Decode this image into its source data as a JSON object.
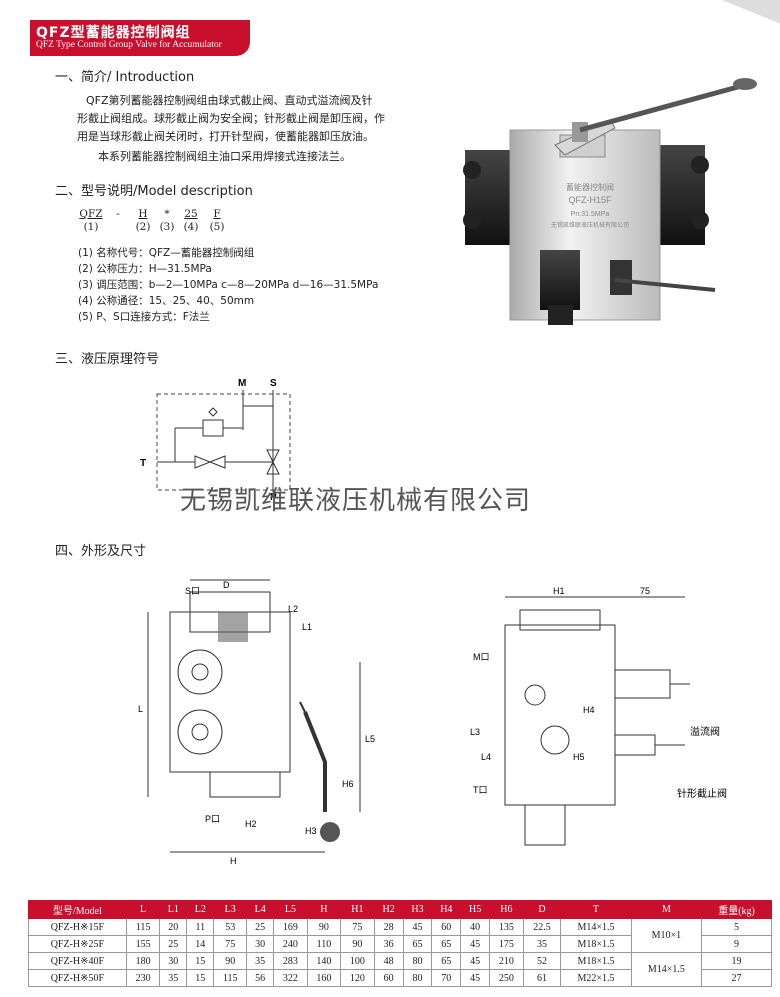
{
  "header": {
    "title_cn": "QFZ型蓄能器控制阀组",
    "title_en": "QFZ Type Control Group Valve for Accumulator"
  },
  "intro": {
    "heading": "一、简介/ Introduction",
    "p1a": "QFZ第列蓄能器控制阀组由球式截止阀、直动式溢流阀及针",
    "p1b": "形截止阀组成。球形截止阀为安全阀；针形截止阀是卸压阀，作",
    "p1c": "用是当球形截止阀关闭时，打开针型阀，使蓄能器卸压放油。",
    "p2": "本系列蓄能器控制阀组主油口采用焊接式连接法兰。"
  },
  "model": {
    "heading": "二、型号说明/Model description",
    "code": [
      "QFZ",
      "-",
      "H",
      "*",
      "25",
      "F"
    ],
    "index": [
      "(1)",
      "(2)",
      "(3)",
      "(4)",
      "(5)"
    ],
    "items": [
      "(1) 名称代号：QFZ—蓄能器控制阀组",
      "(2) 公称压力：H—31.5MPa",
      "(3) 调压范围：b—2—10MPa c—8—20MPa d—16—31.5MPa",
      "(4) 公称通径：15、25、40、50mm",
      "(5) P、S口连接方式：F法兰"
    ]
  },
  "photo": {
    "label1": "蓄能器控制阀",
    "label2": "QFZ-H15F",
    "label3": "Pn:31.5MPa",
    "label4": "无锡凯维联液压机械有限公司"
  },
  "symbol": {
    "heading": "三、液压原理符号",
    "M": "M",
    "S": "S",
    "T": "T",
    "P": "P"
  },
  "watermark": "无锡凯维联液压机械有限公司",
  "dims": {
    "heading": "四、外形及尺寸",
    "labels": {
      "S": "S口",
      "D": "D",
      "L1": "L1",
      "L2": "L2",
      "L": "L",
      "L5": "L5",
      "H6": "H6",
      "P": "P口",
      "H2": "H2",
      "H": "H",
      "H3": "H3",
      "H1": "H1",
      "w75": "75",
      "M": "M口",
      "H4": "H4",
      "L3": "L3",
      "L4": "L4",
      "H5": "H5",
      "T": "T口",
      "relief": "溢流阀",
      "needle": "针形截止阀"
    }
  },
  "table": {
    "headers": [
      "型号/Model",
      "L",
      "L1",
      "L2",
      "L3",
      "L4",
      "L5",
      "H",
      "H1",
      "H2",
      "H3",
      "H4",
      "H5",
      "H6",
      "D",
      "T",
      "M",
      "重量(kg)"
    ],
    "rows": [
      [
        "QFZ-H※15F",
        "115",
        "20",
        "11",
        "53",
        "25",
        "169",
        "90",
        "75",
        "28",
        "45",
        "60",
        "40",
        "135",
        "22.5",
        "M14×1.5",
        "5"
      ],
      [
        "QFZ-H※25F",
        "155",
        "25",
        "14",
        "75",
        "30",
        "240",
        "110",
        "90",
        "36",
        "65",
        "65",
        "45",
        "175",
        "35",
        "M18×1.5",
        "9"
      ],
      [
        "QFZ-H※40F",
        "180",
        "30",
        "15",
        "90",
        "35",
        "283",
        "140",
        "100",
        "48",
        "80",
        "65",
        "45",
        "210",
        "52",
        "M18×1.5",
        "19"
      ],
      [
        "QFZ-H※50F",
        "230",
        "35",
        "15",
        "115",
        "56",
        "322",
        "160",
        "120",
        "60",
        "80",
        "70",
        "45",
        "250",
        "61",
        "M22×1.5",
        "27"
      ]
    ],
    "m_group1": "M10×1",
    "m_group2": "M14×1.5"
  }
}
